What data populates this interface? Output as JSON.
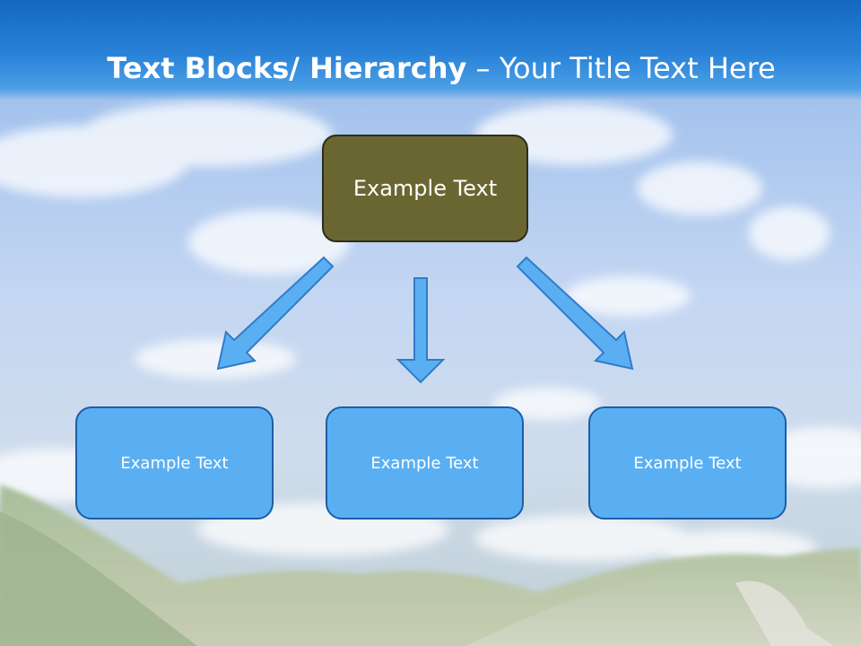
{
  "slide": {
    "title_bold": "Text Blocks/ Hierarchy",
    "title_separator": " – ",
    "title_rest": "Your Title Text Here"
  },
  "hierarchy": {
    "top": {
      "label": "Example Text"
    },
    "children": [
      {
        "label": "Example Text"
      },
      {
        "label": "Example Text"
      },
      {
        "label": "Example Text"
      }
    ]
  },
  "colors": {
    "title_band": "#2a83d8",
    "top_box_fill": "#6a6631",
    "child_box_fill": "#5aaff2",
    "child_box_border": "#1c5ea6",
    "arrow_fill": "#5aaff2"
  }
}
